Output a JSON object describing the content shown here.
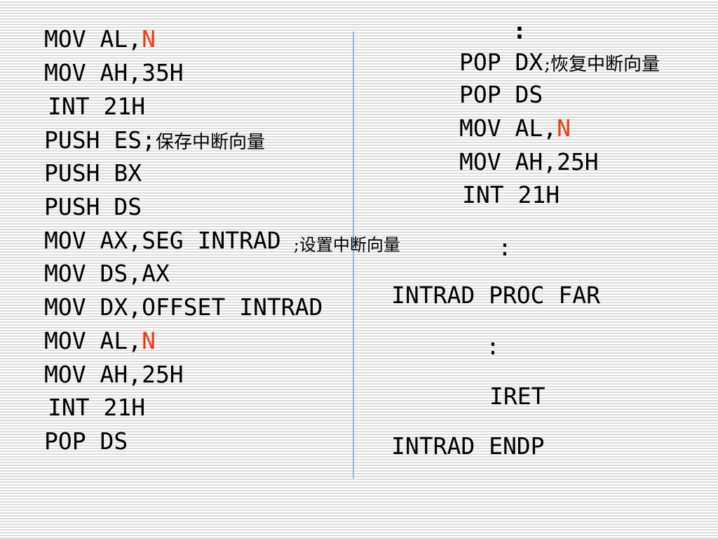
{
  "left_column": {
    "lines": [
      {
        "code": "MOV AL,",
        "operand": "N"
      },
      {
        "code": "MOV AH,35H"
      },
      {
        "code": "INT 21H"
      },
      {
        "code": "PUSH ES;",
        "comment": "保存中断向量"
      },
      {
        "code": "PUSH BX"
      },
      {
        "code": "PUSH DS"
      },
      {
        "code": "MOV AX,SEG INTRAD",
        "comment": ";设置中断向量"
      },
      {
        "code": "MOV DS,AX"
      },
      {
        "code": "MOV DX,OFFSET INTRAD"
      },
      {
        "code": "MOV AL,",
        "operand": "N"
      },
      {
        "code": "MOV AH,25H"
      },
      {
        "code": "INT 21H"
      },
      {
        "code": "POP DS"
      }
    ]
  },
  "right_column": {
    "lines": [
      {
        "code": ":"
      },
      {
        "code": "POP DX",
        "comment": ";恢复中断向量"
      },
      {
        "code": "POP DS"
      },
      {
        "code": "MOV AL,",
        "operand": "N"
      },
      {
        "code": "MOV AH,25H"
      },
      {
        "code": "INT 21H"
      },
      {
        "code": ":"
      },
      {
        "code": "INTRAD PROC FAR"
      },
      {
        "code": ":"
      },
      {
        "code": "IRET"
      },
      {
        "code": "INTRAD ENDP"
      }
    ]
  },
  "colors": {
    "text": "#000000",
    "highlight": "#ee3a12",
    "divider": "#8db5e0"
  }
}
